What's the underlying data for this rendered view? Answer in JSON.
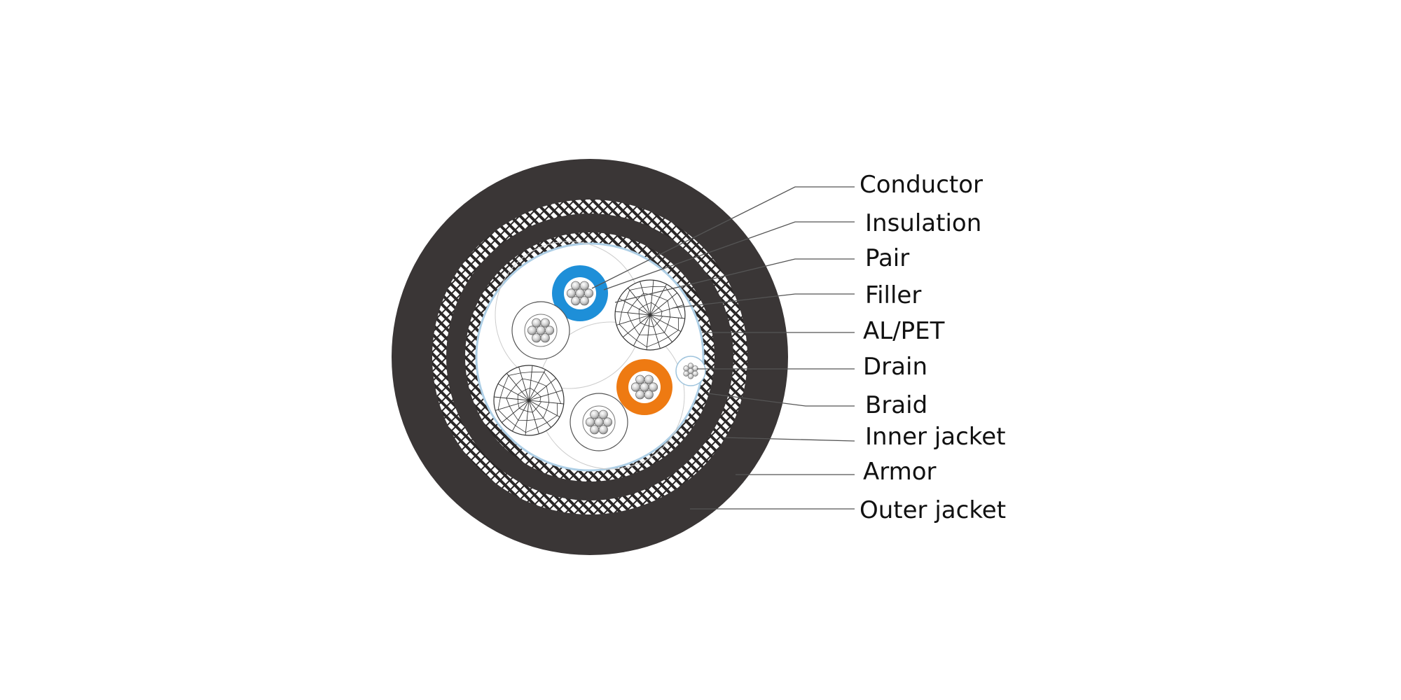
{
  "diagram": {
    "labels": [
      {
        "id": "conductor",
        "text": "Conductor"
      },
      {
        "id": "insulation",
        "text": "Insulation"
      },
      {
        "id": "pair",
        "text": "Pair"
      },
      {
        "id": "filler",
        "text": "Filler"
      },
      {
        "id": "al-pet",
        "text": "AL/PET"
      },
      {
        "id": "drain",
        "text": "Drain"
      },
      {
        "id": "braid",
        "text": "Braid"
      },
      {
        "id": "inner-jacket",
        "text": "Inner jacket"
      },
      {
        "id": "armor",
        "text": "Armor"
      },
      {
        "id": "outer-jacket",
        "text": "Outer jacket"
      }
    ]
  },
  "colors": {
    "jacket": "#3a3636",
    "insulation_blue": "#1e8fd8",
    "insulation_orange": "#ee7a12",
    "conductor_strand": "#c9c9c9",
    "background": "#ffffff"
  }
}
